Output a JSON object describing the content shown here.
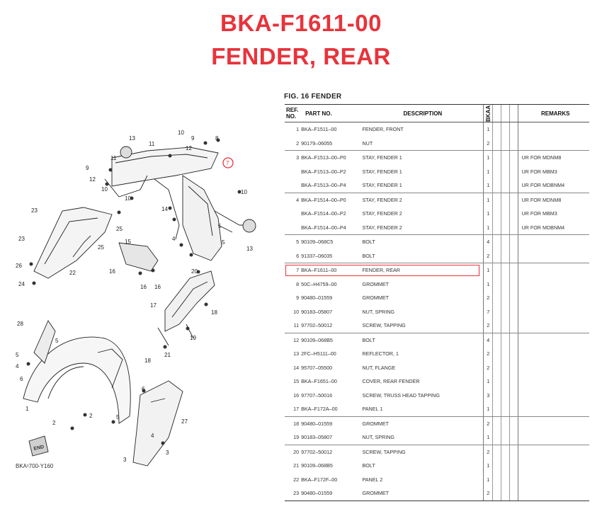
{
  "header": {
    "line1": "BKA-F1611-00",
    "line2": "FENDER, REAR"
  },
  "figure": {
    "title": "FIG. 16  FENDER",
    "diagram_code": "BKA¹700-Y160",
    "callouts": [
      "1",
      "2",
      "3",
      "4",
      "5",
      "6",
      "7",
      "8",
      "9",
      "10",
      "11",
      "12",
      "13",
      "14",
      "15",
      "16",
      "17",
      "18",
      "19",
      "20",
      "21",
      "22",
      "23",
      "24",
      "25",
      "26",
      "27",
      "28"
    ]
  },
  "table": {
    "headers": {
      "ref": "REF.\nNO.",
      "part_no": "PART NO.",
      "description": "DESCRIPTION",
      "qty": "BKAA",
      "remarks": "REMARKS"
    },
    "rows": [
      {
        "ref": "1",
        "pn": "BKA–F1511–00",
        "desc": "FENDER, FRONT",
        "qty": "1",
        "rem": ""
      },
      {
        "ref": "2",
        "pn": "90179–06055",
        "desc": "NUT",
        "qty": "2",
        "rem": ""
      },
      {
        "ref": "3",
        "pn": "BKA–F1513–00–P0",
        "desc": "STAY, FENDER 1",
        "qty": "1",
        "rem": "UR FOR MDNM8"
      },
      {
        "ref": "",
        "pn": "BKA–F1513–00–P2",
        "desc": "STAY, FENDER 1",
        "qty": "1",
        "rem": "UR FOR MBM3"
      },
      {
        "ref": "",
        "pn": "BKA–F1513–00–P4",
        "desc": "STAY, FENDER 1",
        "qty": "1",
        "rem": "UR FOR MDBNM4"
      },
      {
        "ref": "4",
        "pn": "BKA–F1514–00–P0",
        "desc": "STAY, FENDER 2",
        "qty": "1",
        "rem": "UR FOR MDNM8"
      },
      {
        "ref": "",
        "pn": "BKA–F1514–00–P2",
        "desc": "STAY, FENDER 2",
        "qty": "1",
        "rem": "UR FOR MBM3"
      },
      {
        "ref": "",
        "pn": "BKA–F1514–00–P4",
        "desc": "STAY, FENDER 2",
        "qty": "1",
        "rem": "UR FOR MDBNM4"
      },
      {
        "ref": "5",
        "pn": "90109–068C5",
        "desc": "BOLT",
        "qty": "4",
        "rem": ""
      },
      {
        "ref": "6",
        "pn": "91337–06035",
        "desc": "BOLT",
        "qty": "2",
        "rem": ""
      },
      {
        "ref": "7",
        "pn": "BKA–F1611–00",
        "desc": "FENDER, REAR",
        "qty": "1",
        "rem": ""
      },
      {
        "ref": "8",
        "pn": "50C–H4759–00",
        "desc": "GROMMET",
        "qty": "1",
        "rem": ""
      },
      {
        "ref": "9",
        "pn": "90480–01559",
        "desc": "GROMMET",
        "qty": "2",
        "rem": ""
      },
      {
        "ref": "10",
        "pn": "90183–05807",
        "desc": "NUT, SPRING",
        "qty": "7",
        "rem": ""
      },
      {
        "ref": "11",
        "pn": "97702–50012",
        "desc": "SCREW, TAPPING",
        "qty": "2",
        "rem": ""
      },
      {
        "ref": "12",
        "pn": "90109–068B5",
        "desc": "BOLT",
        "qty": "4",
        "rem": ""
      },
      {
        "ref": "13",
        "pn": "2FC–H5111–00",
        "desc": "REFLECTOR, 1",
        "qty": "2",
        "rem": ""
      },
      {
        "ref": "14",
        "pn": "95707–05500",
        "desc": "NUT, FLANGE",
        "qty": "2",
        "rem": ""
      },
      {
        "ref": "15",
        "pn": "BKA–F1651–00",
        "desc": "COVER, REAR FENDER",
        "qty": "1",
        "rem": ""
      },
      {
        "ref": "16",
        "pn": "97707–50016",
        "desc": "SCREW, TRUSS HEAD TAPPING",
        "qty": "3",
        "rem": ""
      },
      {
        "ref": "17",
        "pn": "BKA–F172A–00",
        "desc": "PANEL 1",
        "qty": "1",
        "rem": ""
      },
      {
        "ref": "18",
        "pn": "90480–01559",
        "desc": "GROMMET",
        "qty": "2",
        "rem": ""
      },
      {
        "ref": "19",
        "pn": "90183–05807",
        "desc": "NUT, SPRING",
        "qty": "1",
        "rem": ""
      },
      {
        "ref": "20",
        "pn": "97702–50012",
        "desc": "SCREW, TAPPING",
        "qty": "2",
        "rem": ""
      },
      {
        "ref": "21",
        "pn": "90109–068B5",
        "desc": "BOLT",
        "qty": "1",
        "rem": ""
      },
      {
        "ref": "22",
        "pn": "BKA–F172F–00",
        "desc": "PANEL 2",
        "qty": "1",
        "rem": ""
      },
      {
        "ref": "23",
        "pn": "90480–01559",
        "desc": "GROMMET",
        "qty": "2",
        "rem": ""
      }
    ],
    "group_ends": [
      1,
      4,
      7,
      9,
      14,
      20,
      22
    ],
    "highlight_ref": "7",
    "highlight_color": "#e8333b"
  }
}
